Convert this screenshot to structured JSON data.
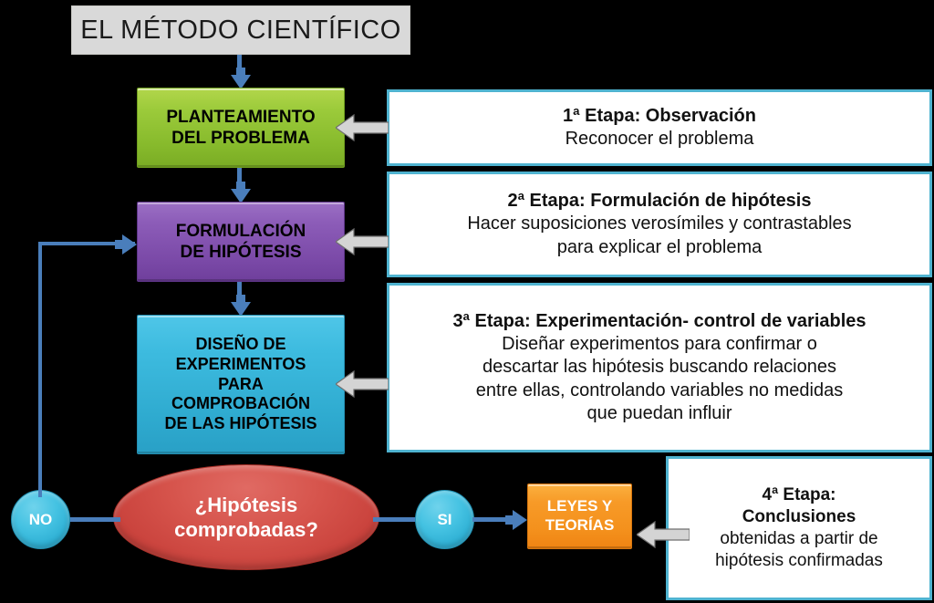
{
  "title": {
    "text": "EL MÉTODO CIENTÍFICO"
  },
  "colors": {
    "background": "#000000",
    "title_fill": "#d9d9d9",
    "stage1_green": "#9ccb3b",
    "stage2_purple": "#8c5cb8",
    "stage3_cyan": "#3dbbdf",
    "decision_red": "#d6544c",
    "dot_cyan": "#44c2e2",
    "result_orange": "#f79a27",
    "panel_border": "#4fb3d0",
    "connector_blue": "#4a7ebb",
    "block_arrow_gray": "#d4d4d4"
  },
  "flow": {
    "stage1": {
      "line1": "PLANTEAMIENTO",
      "line2": "DEL PROBLEMA"
    },
    "stage2": {
      "line1": "FORMULACIÓN",
      "line2": "DE HIPÓTESIS"
    },
    "stage3": {
      "line1": "DISEÑO DE",
      "line2": "EXPERIMENTOS",
      "line3": "PARA",
      "line4": "COMPROBACIÓN",
      "line5": "DE LAS HIPÓTESIS"
    },
    "decision": {
      "line1": "¿Hipótesis",
      "line2": "comprobadas?"
    },
    "branch_no": "NO",
    "branch_si": "SI",
    "result": {
      "line1": "LEYES Y",
      "line2": "TEORÍAS"
    }
  },
  "panels": {
    "p1": {
      "heading_bold": "1ª Etapa",
      "heading_rest": ": Observación",
      "body": "Reconocer el problema"
    },
    "p2": {
      "heading_bold": "2ª Etapa",
      "heading_rest": ": Formulación de hipótesis",
      "body_line1": "Hacer suposiciones verosímiles y contrastables",
      "body_line2": "para explicar el problema"
    },
    "p3": {
      "heading_bold": "3ª Etapa: Experimentación- control de variables",
      "body_line1": "Diseñar experimentos para confirmar o",
      "body_line2": "descartar las hipótesis buscando relaciones",
      "body_line3": "entre ellas, controlando variables no medidas",
      "body_line4": "que puedan influir"
    },
    "p4": {
      "heading_bold_line1": "4ª Etapa:",
      "heading_bold_line2": "Conclusiones",
      "body_line1": "obtenidas a partir de",
      "body_line2": "hipótesis confirmadas"
    }
  }
}
